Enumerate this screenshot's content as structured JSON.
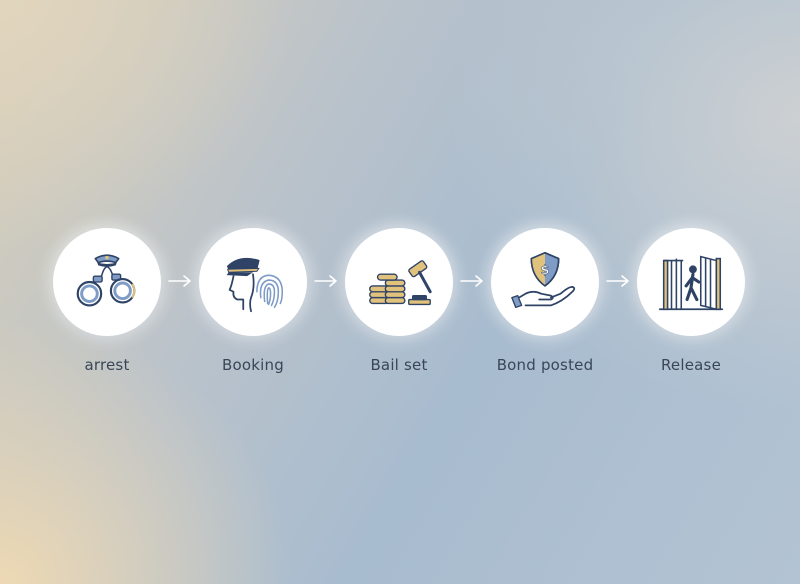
{
  "steps": [
    {
      "label": "arrest",
      "icon": "handcuffs-police-cap-icon"
    },
    {
      "label": "Booking",
      "icon": "officer-fingerprint-icon"
    },
    {
      "label": "Bail set",
      "icon": "coins-gavel-icon"
    },
    {
      "label": "Bond posted",
      "icon": "shield-dollar-hand-icon"
    },
    {
      "label": "Release",
      "icon": "person-exiting-gate-icon"
    }
  ],
  "colors": {
    "navy": "#2f4366",
    "blue": "#7f9cc6",
    "gold": "#e0c27c",
    "label": "#3a4658",
    "arrow": "#ffffff"
  }
}
